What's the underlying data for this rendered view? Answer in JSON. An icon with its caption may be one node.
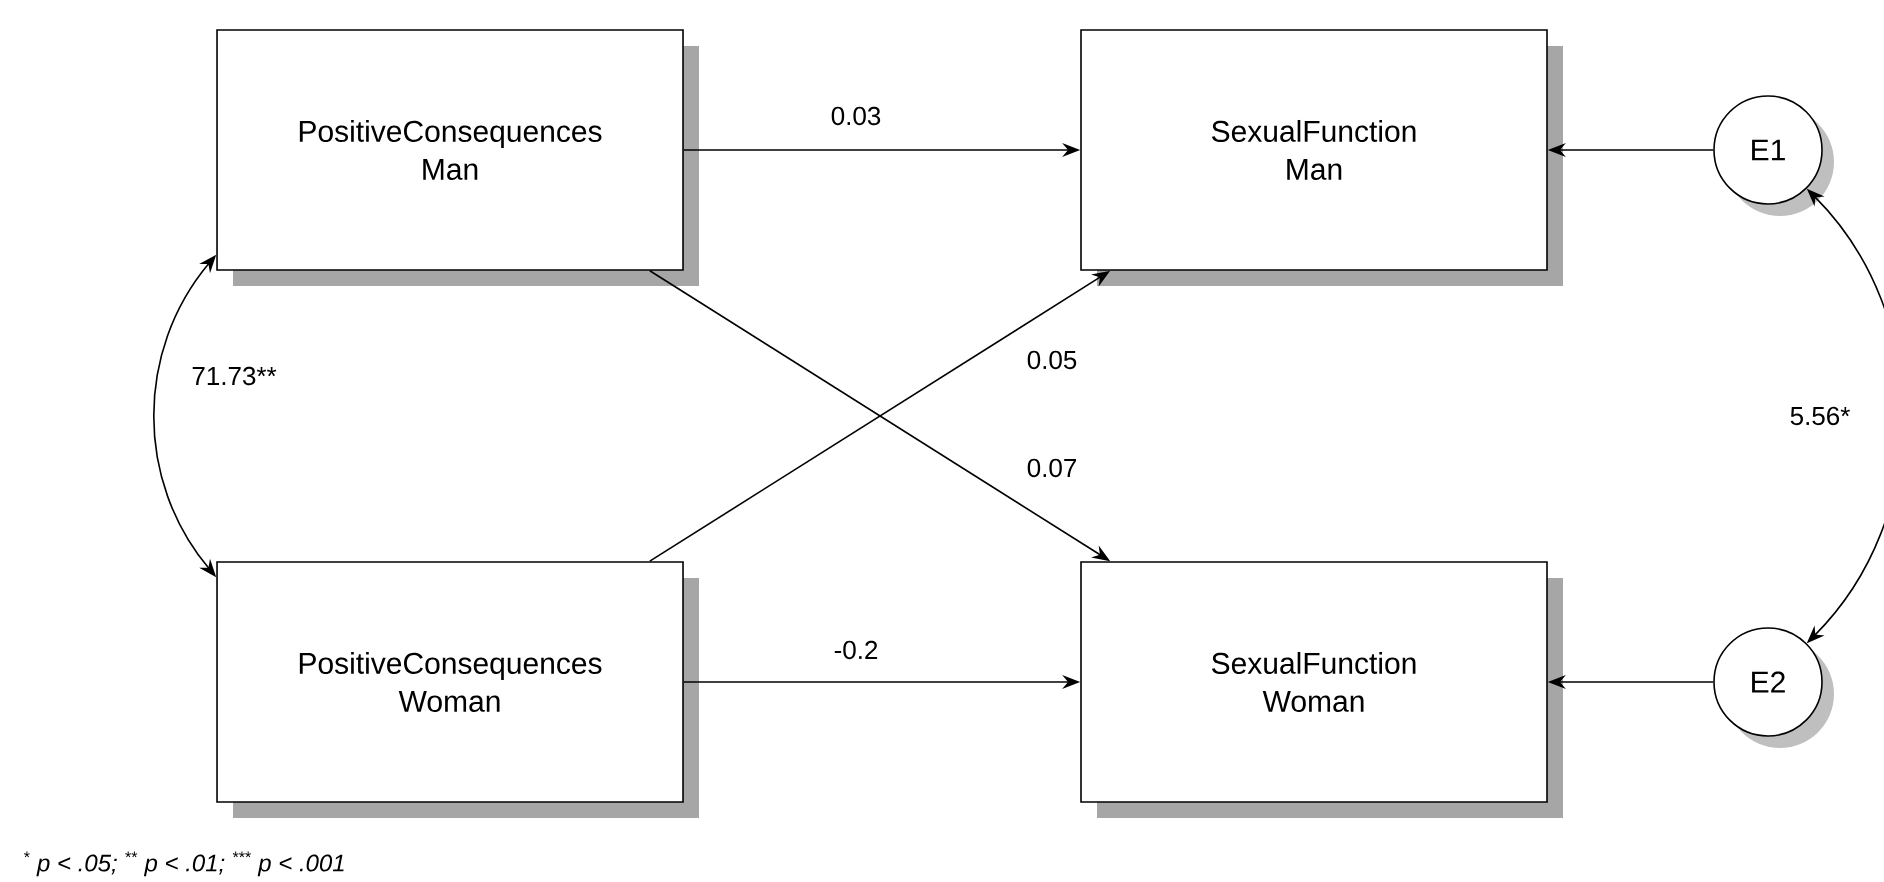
{
  "diagram": {
    "nodes": [
      {
        "text": [
          "PositiveConsequences Man"
        ]
      },
      {
        "text": [
          "PositiveConsequences Woman"
        ]
      },
      {
        "text": [
          "SexualFunction Man"
        ]
      },
      {
        "text": [
          "SexualFunction Woman"
        ]
      },
      {
        "text": [
          "E1"
        ]
      },
      {
        "text": [
          "E2"
        ]
      }
    ],
    "edges": [
      {
        "from": 0,
        "to": 2,
        "arrow": "to",
        "label": "0.03"
      },
      {
        "from": 1,
        "to": 2,
        "arrow": "to",
        "label": "0.05"
      },
      {
        "from": 0,
        "to": 3,
        "arrow": "to",
        "label": "0.07"
      },
      {
        "from": 1,
        "to": 3,
        "arrow": "to",
        "label": "-0.2"
      },
      {
        "from": 4,
        "to": 2,
        "arrow": "to"
      },
      {
        "from": 5,
        "to": 3,
        "arrow": "to"
      },
      {
        "from": 0,
        "to": 1,
        "arrow": "both",
        "label": "71.73**"
      },
      {
        "from": 4,
        "to": 5,
        "arrow": "both",
        "label": "5.56*"
      }
    ],
    "labels": [
      "$^{*}$ p < .05; $^{**}$ p < .01; $^{***}$ p < .001"
    ]
  }
}
